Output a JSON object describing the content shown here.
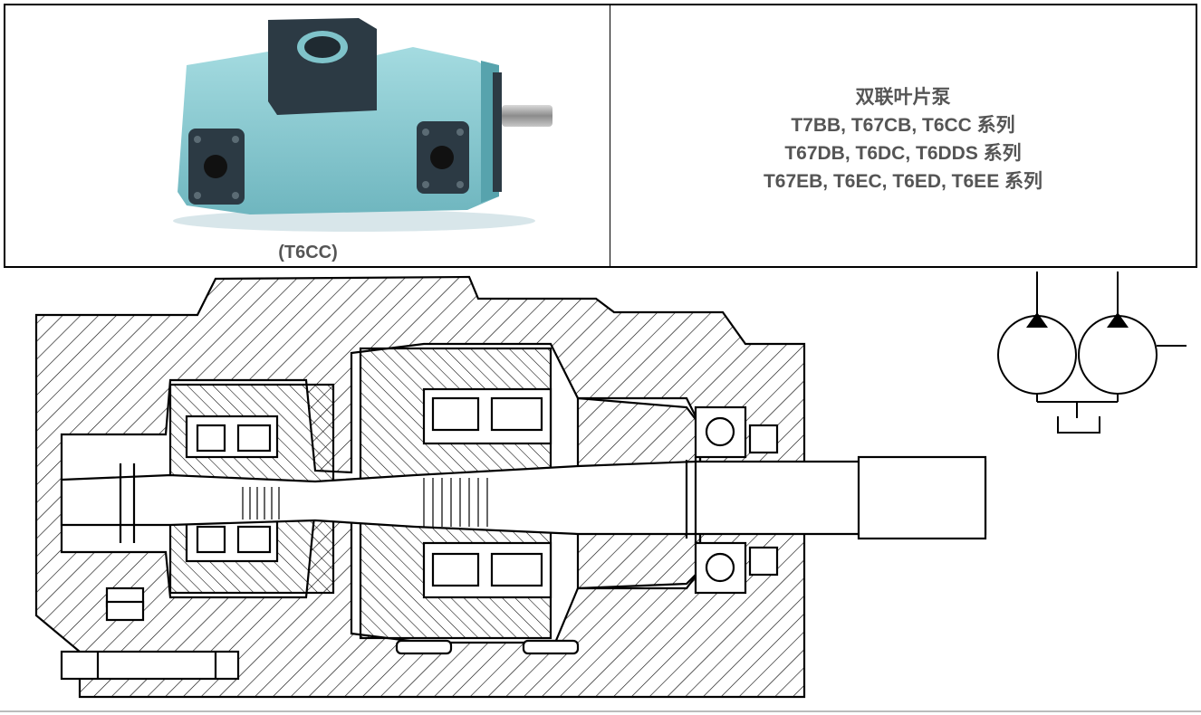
{
  "photo": {
    "caption": "(T6CC)",
    "body_color": "#8fd1d7",
    "port_color": "#2c3a44"
  },
  "title": {
    "lines": [
      "双联叶片泵",
      "T7BB, T67CB, T6CC 系列",
      "T67DB, T6DC, T6DDS 系列",
      "T67EB, T6EC, T6ED, T6EE 系列"
    ],
    "text_color": "#555555"
  },
  "drawing": {
    "line_color": "#000000",
    "hatch_color": "#000000"
  }
}
